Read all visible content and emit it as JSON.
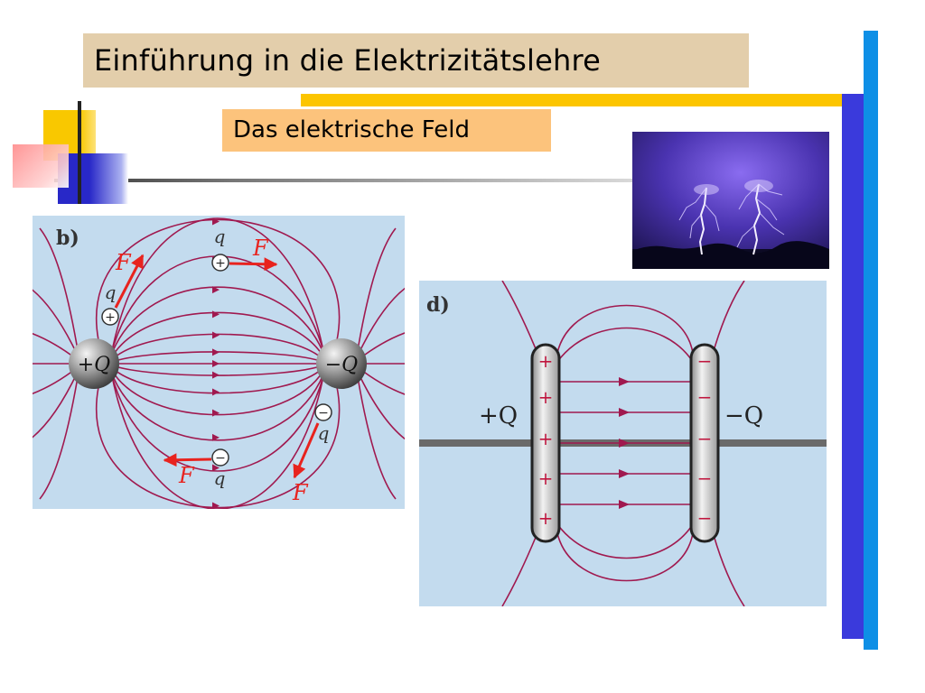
{
  "slide": {
    "title": "Einführung in die Elektrizitätslehre",
    "subtitle": "Das elektrische Feld"
  },
  "figure_b": {
    "label": "b)",
    "charge_positive": "+Q",
    "charge_negative": "−Q",
    "test_charge_label": "q",
    "force_label": "F",
    "plus_sign": "+",
    "minus_sign": "−"
  },
  "figure_d": {
    "label": "d)",
    "plate_positive": "+Q",
    "plate_negative": "−Q",
    "plus_sign": "+",
    "minus_sign": "−"
  },
  "colors": {
    "field_line": "#a0194f",
    "force_arrow": "#e8231e",
    "figure_background": "#c3dbee",
    "title_box": "#e3ceab",
    "subtitle_box": "#fcc37c",
    "accent_yellow": "#fcc500",
    "accent_blue": "#3a3adc"
  },
  "icons": [
    "lightning-photo"
  ]
}
